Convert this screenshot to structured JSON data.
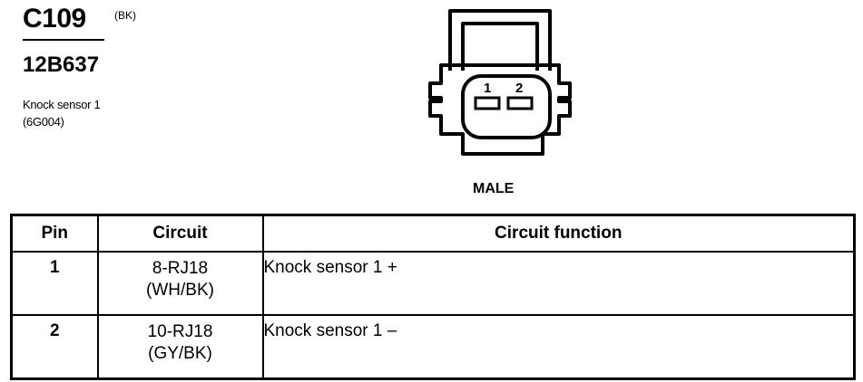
{
  "connector": {
    "id": "C109",
    "color_code": "(BK)",
    "part_number": "12B637",
    "description": [
      "Knock sensor 1",
      "(6G004)"
    ],
    "gender": "MALE",
    "pin_labels": [
      "1",
      "2"
    ]
  },
  "table": {
    "headers": [
      "Pin",
      "Circuit",
      "Circuit function"
    ],
    "rows": [
      {
        "pin": "1",
        "circuit": [
          "8-RJ18",
          "(WH/BK)"
        ],
        "function": "Knock sensor 1  +"
      },
      {
        "pin": "2",
        "circuit": [
          "10-RJ18",
          "(GY/BK)"
        ],
        "function": "Knock sensor 1  –"
      }
    ]
  }
}
